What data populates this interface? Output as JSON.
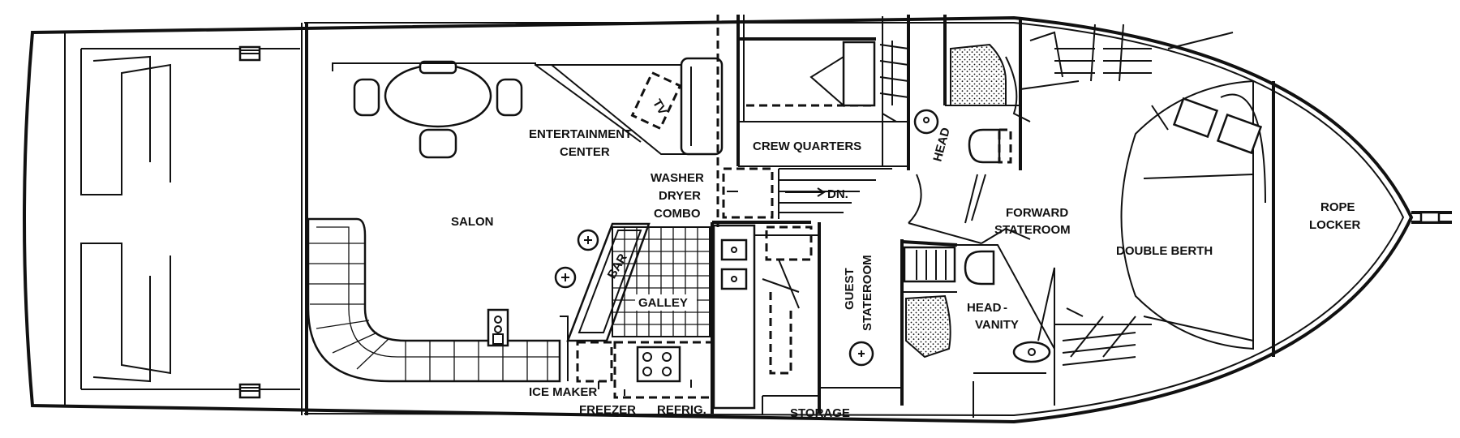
{
  "labels": {
    "salon": "SALON",
    "entertainment_1": "ENTERTAINMENT",
    "entertainment_2": "CENTER",
    "tv": "TV",
    "crew_quarters": "CREW QUARTERS",
    "head_fwd": "HEAD",
    "washer_1": "WASHER",
    "washer_2": "DRYER",
    "washer_3": "COMBO",
    "dn": "DN.",
    "forward_1": "FORWARD",
    "forward_2": "STATEROOM",
    "double_berth": "DOUBLE BERTH",
    "rope_1": "ROPE",
    "rope_2": "LOCKER",
    "bar": "BAR",
    "galley": "GALLEY",
    "guest_1": "GUEST",
    "guest_2": "STATEROOM",
    "head_vanity_1": "HEAD",
    "head_vanity_2": "VANITY",
    "ice_maker": "ICE MAKER",
    "freezer": "FREEZER",
    "refrig": "REFRIG.",
    "storage": "STORAGE"
  }
}
